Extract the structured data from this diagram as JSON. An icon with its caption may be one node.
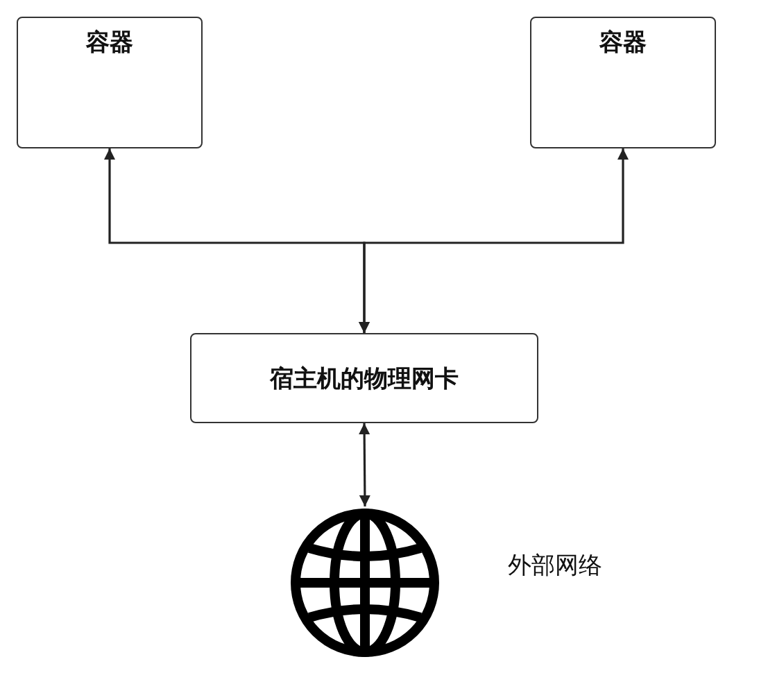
{
  "diagram": {
    "nodes": [
      {
        "text": [
          "容器"
        ]
      },
      {
        "text": [
          "容器"
        ]
      },
      {
        "text": [
          "宿主机的物理网卡"
        ]
      },
      {
        "text": [],
        "shape": "globe",
        "beside": [
          "外部网络"
        ]
      }
    ],
    "edges": [
      {
        "from": 2,
        "to": 0,
        "arrow": "both"
      },
      {
        "from": 2,
        "to": 1,
        "arrow": "both"
      },
      {
        "from": 2,
        "to": 3,
        "arrow": "both"
      }
    ]
  }
}
